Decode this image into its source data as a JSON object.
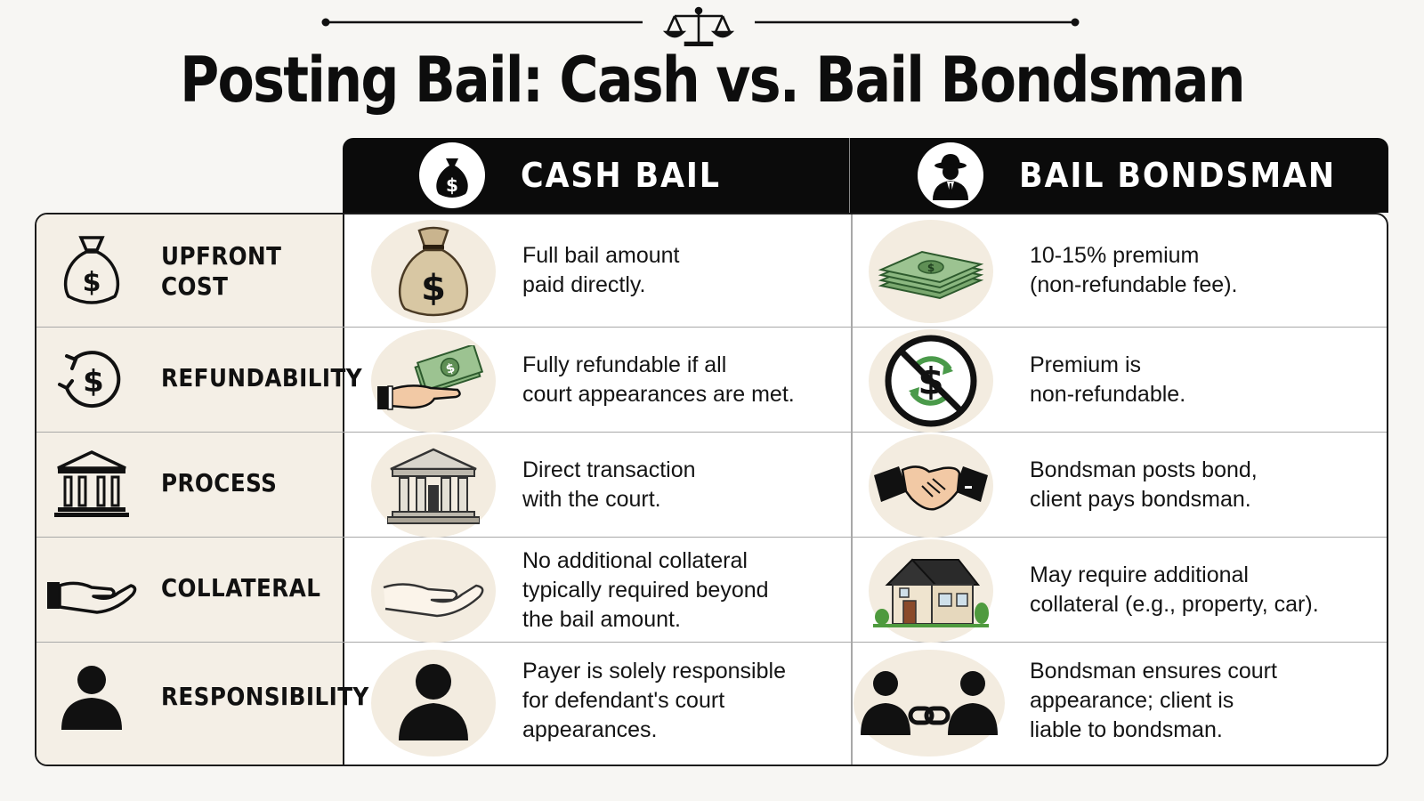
{
  "title": "Posting Bail: Cash vs. Bail Bondsman",
  "colors": {
    "header_bg": "#0b0b0b",
    "label_bg": "#f4efe6",
    "icon_bg": "#f3ece0",
    "money_green": "#4a8a4a"
  },
  "columns": [
    {
      "label": "CASH BAIL",
      "icon": "money-bag-icon"
    },
    {
      "label": "BAIL BONDSMAN",
      "icon": "bondsman-icon"
    }
  ],
  "rows": [
    {
      "label_lines": [
        "UPFRONT",
        "COST"
      ],
      "label_icon": "money-bag-icon",
      "cash_icon": "money-bag-icon",
      "cash_lines": [
        "Full bail amount",
        "paid directly."
      ],
      "bond_icon": "cash-stack-icon",
      "bond_lines": [
        "10-15% premium",
        "(non-refundable fee)."
      ]
    },
    {
      "label_lines": [
        "REFUNDABILITY"
      ],
      "label_icon": "refund-cycle-icon",
      "cash_icon": "hand-cash-icon",
      "cash_lines": [
        "Fully refundable if all",
        "court appearances are met."
      ],
      "bond_icon": "no-refund-icon",
      "bond_lines": [
        "Premium is",
        "non-refundable."
      ]
    },
    {
      "label_lines": [
        "PROCESS"
      ],
      "label_icon": "courthouse-icon",
      "cash_icon": "courthouse-icon",
      "cash_lines": [
        "Direct transaction",
        "with the court."
      ],
      "bond_icon": "handshake-icon",
      "bond_lines": [
        "Bondsman posts bond,",
        "client pays bondsman."
      ]
    },
    {
      "label_lines": [
        "COLLATERAL"
      ],
      "label_icon": "open-hand-icon",
      "cash_icon": "open-hand-icon",
      "cash_lines": [
        "No additional collateral",
        "typically required beyond",
        "the bail amount."
      ],
      "bond_icon": "house-icon",
      "bond_lines": [
        "May require additional",
        "collateral (e.g., property, car)."
      ]
    },
    {
      "label_lines": [
        "RESPONSIBILITY"
      ],
      "label_icon": "person-icon",
      "cash_icon": "person-icon",
      "cash_lines": [
        "Payer is solely responsible",
        "for defendant's court",
        "appearances."
      ],
      "bond_icon": "linked-people-icon",
      "bond_lines": [
        "Bondsman ensures court",
        "appearance; client is",
        "liable to bondsman."
      ]
    }
  ]
}
